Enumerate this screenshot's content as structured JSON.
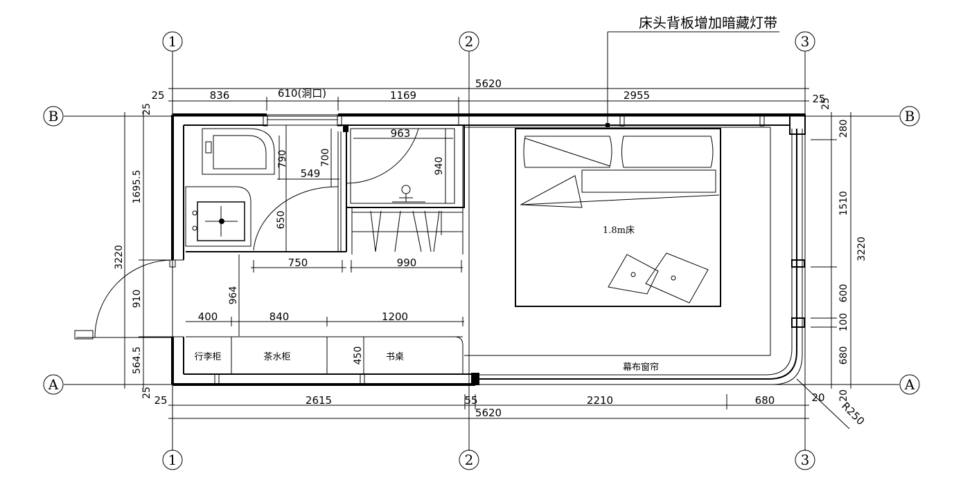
{
  "annotation": "床头背板增加暗藏灯带",
  "axes": {
    "col_1": "1",
    "col_2": "2",
    "col_3": "3",
    "row_A": "A",
    "row_B": "B"
  },
  "rooms": {
    "bed": "1.8m床",
    "curtain": "幕布窗帘",
    "luggage": "行李柜",
    "tea": "茶水柜",
    "desk": "书桌"
  },
  "dims_top": {
    "total": "5620",
    "d25": "25",
    "d836": "836",
    "d610": "610(洞口)",
    "d1169": "1169",
    "d2955": "2955",
    "d25r": "25"
  },
  "dims_bottom": {
    "d25": "25",
    "d2615": "2615",
    "d55": "55",
    "d2210": "2210",
    "d680": "680",
    "d20": "20",
    "total": "5620",
    "radius": "R250"
  },
  "dims_left": {
    "d25a": "25",
    "d1695": "1695.5",
    "d3220": "3220",
    "d910": "910",
    "d564": "564.5",
    "d25b": "25"
  },
  "dims_right": {
    "d25": "25",
    "d280": "280",
    "d1510": "1510",
    "d3220": "3220",
    "d600": "600",
    "d100": "100",
    "d680": "680",
    "d20": "20"
  },
  "dims_inner": {
    "d963": "963",
    "d790": "790",
    "d700": "700",
    "d549": "549",
    "d940": "940",
    "d650": "650",
    "d750": "750",
    "d990": "990",
    "d964": "964",
    "d400": "400",
    "d840": "840",
    "d1200": "1200",
    "d450": "450"
  }
}
